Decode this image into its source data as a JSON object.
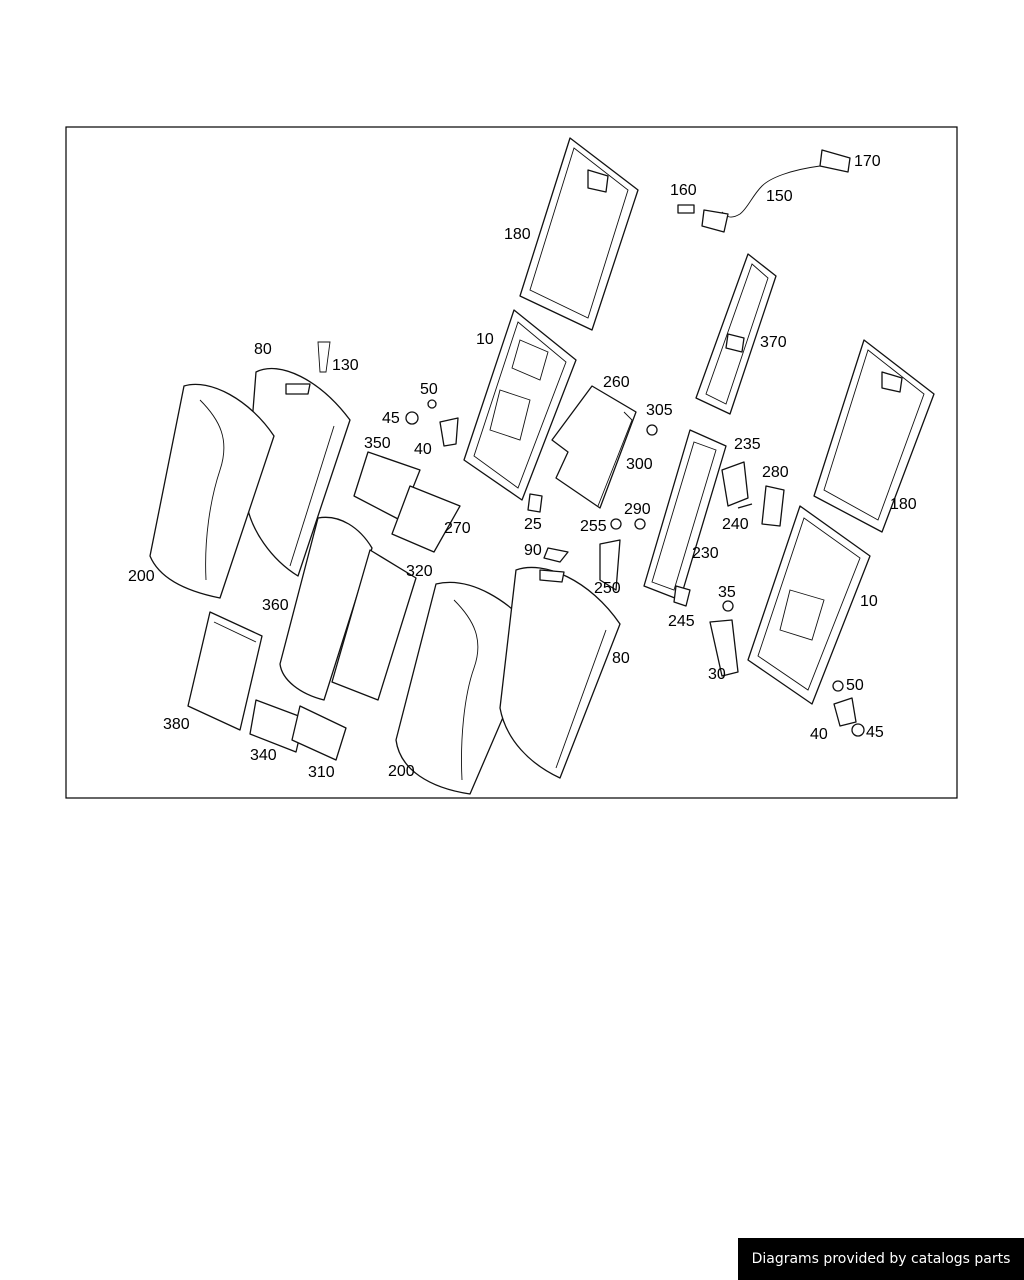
{
  "callouts": [
    {
      "id": "c180a",
      "text": "180"
    },
    {
      "id": "c160",
      "text": "160"
    },
    {
      "id": "c170",
      "text": "170"
    },
    {
      "id": "c150",
      "text": "150"
    },
    {
      "id": "c10a",
      "text": "10"
    },
    {
      "id": "c80a",
      "text": "80"
    },
    {
      "id": "c130",
      "text": "130"
    },
    {
      "id": "c370",
      "text": "370"
    },
    {
      "id": "c50a",
      "text": "50"
    },
    {
      "id": "c45a",
      "text": "45"
    },
    {
      "id": "c40a",
      "text": "40"
    },
    {
      "id": "c260",
      "text": "260"
    },
    {
      "id": "c305",
      "text": "305"
    },
    {
      "id": "c235",
      "text": "235"
    },
    {
      "id": "c350",
      "text": "350"
    },
    {
      "id": "c300",
      "text": "300"
    },
    {
      "id": "c280",
      "text": "280"
    },
    {
      "id": "c180b",
      "text": "180"
    },
    {
      "id": "c25",
      "text": "25"
    },
    {
      "id": "c290",
      "text": "290"
    },
    {
      "id": "c240",
      "text": "240"
    },
    {
      "id": "c270",
      "text": "270"
    },
    {
      "id": "c255",
      "text": "255"
    },
    {
      "id": "c90",
      "text": "90"
    },
    {
      "id": "c230",
      "text": "230"
    },
    {
      "id": "c200a",
      "text": "200"
    },
    {
      "id": "c320",
      "text": "320"
    },
    {
      "id": "c250",
      "text": "250"
    },
    {
      "id": "c35",
      "text": "35"
    },
    {
      "id": "c360",
      "text": "360"
    },
    {
      "id": "c10b",
      "text": "10"
    },
    {
      "id": "c245",
      "text": "245"
    },
    {
      "id": "c80b",
      "text": "80"
    },
    {
      "id": "c30",
      "text": "30"
    },
    {
      "id": "c50b",
      "text": "50"
    },
    {
      "id": "c380",
      "text": "380"
    },
    {
      "id": "c40b",
      "text": "40"
    },
    {
      "id": "c45b",
      "text": "45"
    },
    {
      "id": "c340",
      "text": "340"
    },
    {
      "id": "c310",
      "text": "310"
    },
    {
      "id": "c200b",
      "text": "200"
    }
  ],
  "credit": "Diagrams provided by catalogs parts"
}
